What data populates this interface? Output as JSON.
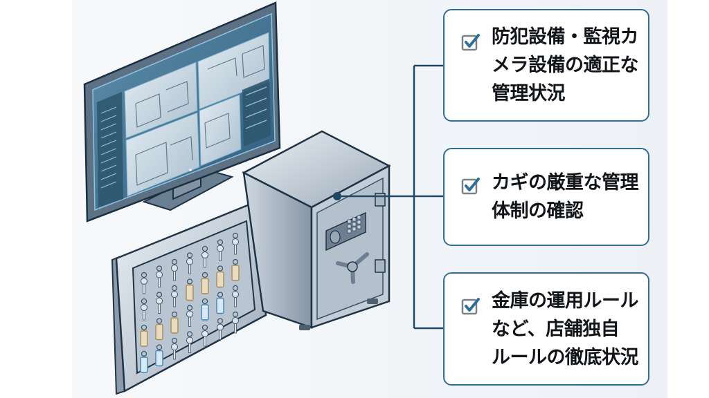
{
  "diagram": {
    "illustration": {
      "monitor": {
        "subject": "surveillance camera monitor",
        "views": 4
      },
      "safe": {
        "subject": "steel safe with keypad and handle"
      },
      "key_cabinet": {
        "subject": "key cabinet with tagged keys"
      }
    },
    "checklist": [
      {
        "label": "防犯設備・監視カメラ設備の適正な管理状況",
        "lines": [
          "防犯設備・監視カ",
          "メラ設備の適正な",
          "管理状況"
        ],
        "checked": true,
        "icon": "checkbox-checked-icon"
      },
      {
        "label": "カギの厳重な管理体制の確認",
        "lines": [
          "カギの厳重な管理",
          "体制の確認"
        ],
        "checked": true,
        "icon": "checkbox-checked-icon"
      },
      {
        "label": "金庫の運用ルールなど、店舗独自ルールの徹底状況",
        "lines": [
          "金庫の運用ルール",
          "など、店舗独自",
          "ルールの徹底状況"
        ],
        "checked": true,
        "icon": "checkbox-checked-icon"
      }
    ],
    "colors": {
      "card_border": "#2e6e96",
      "check_mark": "#2d6f9b",
      "check_box": "#7a8088",
      "connector": "#1f4868",
      "text": "#111418"
    }
  }
}
